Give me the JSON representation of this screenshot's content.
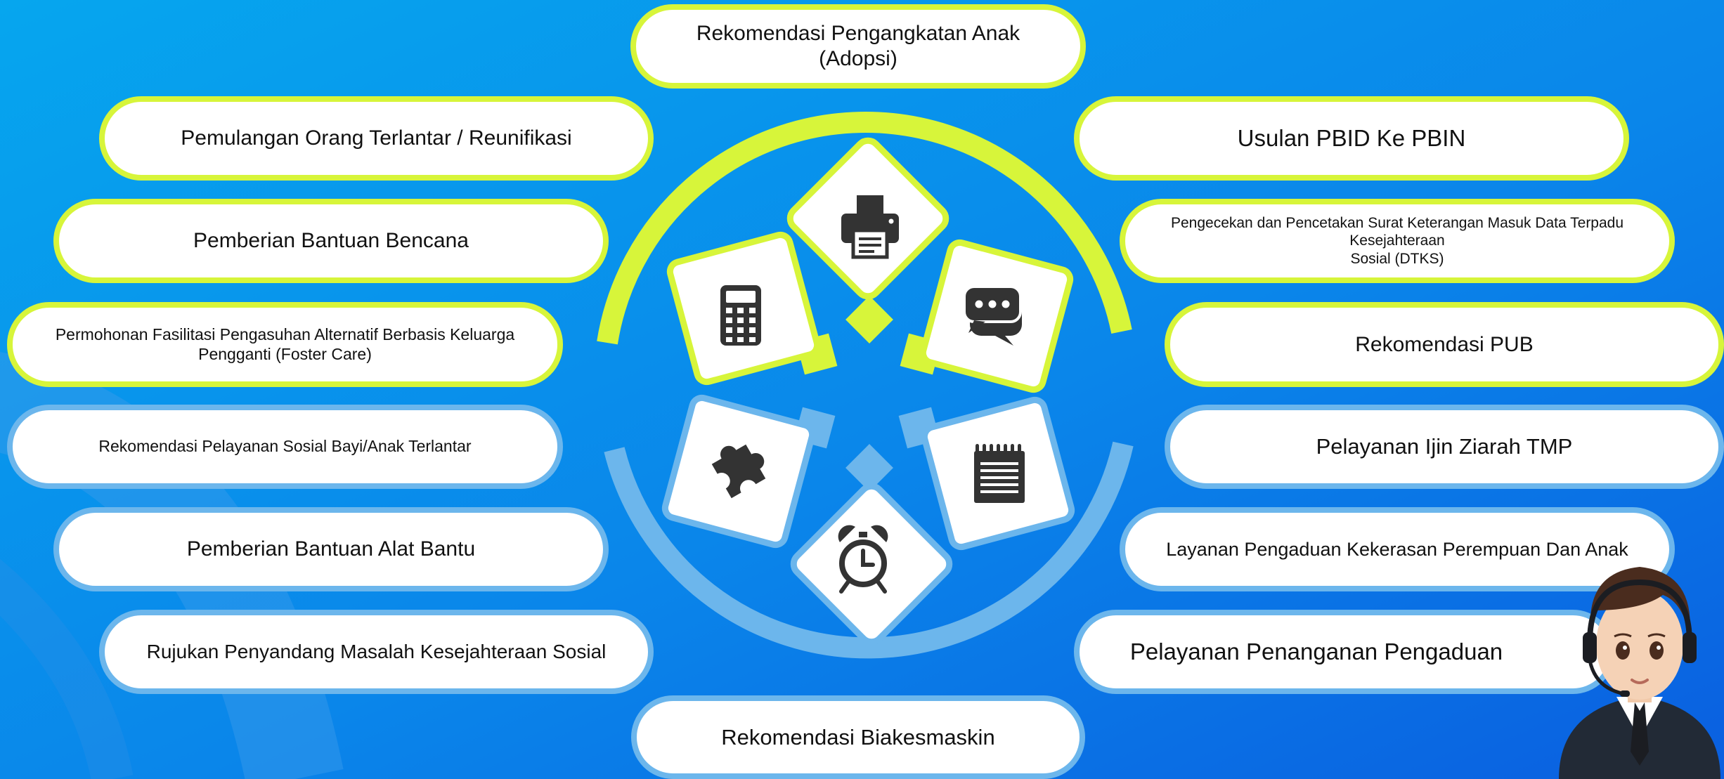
{
  "colors": {
    "lime": "#d7f53a",
    "blue": "#6cb6ec",
    "icon": "#333333"
  },
  "items": {
    "adopsi_line1": "Rekomendasi Pengangkatan Anak",
    "adopsi_line2": "(Adopsi)",
    "pemulangan": "Pemulangan Orang Terlantar / Reunifikasi",
    "bencana": "Pemberian Bantuan Bencana",
    "foster_line1": "Permohonan Fasilitasi Pengasuhan Alternatif Berbasis Keluarga",
    "foster_line2": "Pengganti (Foster Care)",
    "bayi": "Rekomendasi Pelayanan Sosial Bayi/Anak Terlantar",
    "alat_bantu": "Pemberian Bantuan Alat Bantu",
    "rujukan": "Rujukan Penyandang Masalah Kesejahteraan Sosial",
    "biakesmaskin": "Rekomendasi Biakesmaskin",
    "pbid": "Usulan PBID Ke PBIN",
    "dtks_line1": "Pengecekan dan Pencetakan Surat Keterangan Masuk Data Terpadu",
    "dtks_line2": "Kesejahteraan",
    "dtks_line3": "Sosial (DTKS)",
    "pub": "Rekomendasi PUB",
    "ziarah": "Pelayanan Ijin Ziarah TMP",
    "kekerasan": "Layanan Pengaduan Kekerasan Perempuan Dan Anak",
    "pengaduan": "Pelayanan Penanganan Pengaduan"
  },
  "icons": [
    "printer-icon",
    "calculator-icon",
    "chat-icon",
    "puzzle-icon",
    "notepad-icon",
    "alarm-clock-icon",
    "headset-agent-avatar"
  ]
}
